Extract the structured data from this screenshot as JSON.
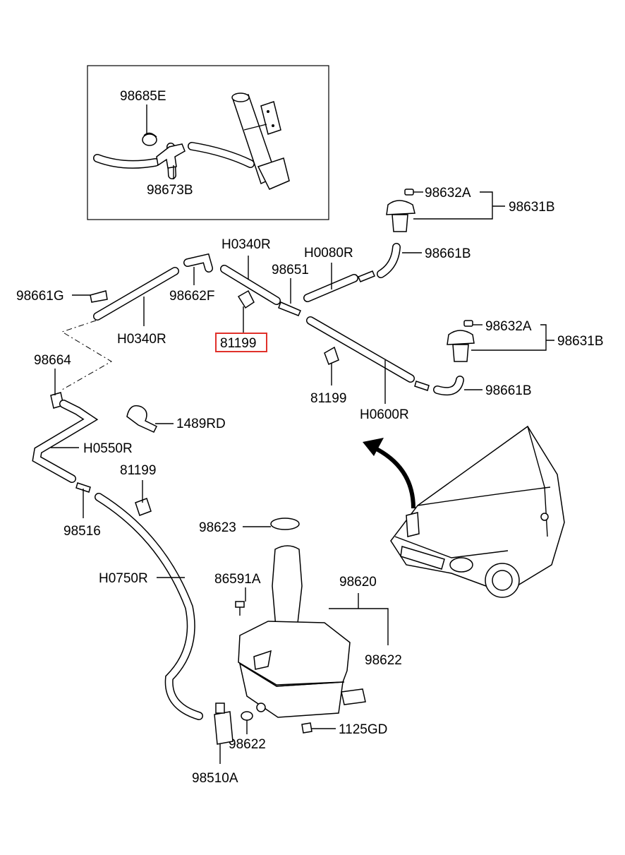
{
  "diagram": {
    "highlight_color": "#e0312b",
    "labels": {
      "inset_clip": "98685E",
      "inset_y_joint": "98673B",
      "h0340r_top": "H0340R",
      "h0080r": "H0080R",
      "nozzle_cap_1": "98632A",
      "nozzle_1": "98631B",
      "hose_end_1": "98661B",
      "connector_98651": "98651",
      "clip_98661g": "98661G",
      "elbow_98662f": "98662F",
      "h0340r_left": "H0340R",
      "clip_highlighted": "81199",
      "nozzle_cap_2": "98632A",
      "nozzle_2": "98631B",
      "connector_98664": "98664",
      "clip_mid": "81199",
      "hose_end_2": "98661B",
      "h0600r": "H0600R",
      "bracket_1489rd": "1489RD",
      "h0550r": "H0550R",
      "clip_lower": "81199",
      "joint_98516": "98516",
      "cap_98623": "98623",
      "h0750r": "H0750R",
      "bolt_86591a": "86591A",
      "reservoir_98620": "98620",
      "reservoir_98622": "98622",
      "grommet_98622": "98622",
      "bolt_1125gd": "1125GD",
      "pump_98510a": "98510A"
    }
  }
}
